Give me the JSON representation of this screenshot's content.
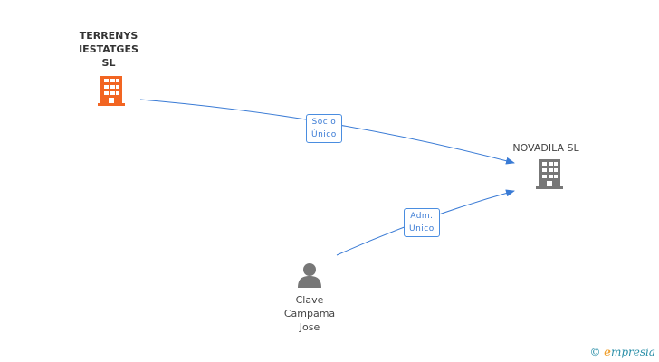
{
  "colors": {
    "main_company": "#f26522",
    "company": "#777777",
    "person": "#777777",
    "edge": "#3a7bd5"
  },
  "nodes": {
    "terrenys": {
      "label_lines": [
        "TERRENYS",
        "IESTATGES",
        "SL"
      ],
      "icon": "building-icon"
    },
    "novadila": {
      "label_lines": [
        "NOVADILA SL"
      ],
      "icon": "building-icon"
    },
    "clave": {
      "label_lines": [
        "Clave",
        "Campama",
        "Jose"
      ],
      "icon": "person-icon"
    }
  },
  "edges": {
    "socio": {
      "label_lines": [
        "Socio",
        "Único"
      ]
    },
    "adm": {
      "label_lines": [
        "Adm.",
        "Unico"
      ]
    }
  },
  "footer": {
    "copyright_symbol": "©",
    "brand_first": "e",
    "brand_rest": "mpresia"
  }
}
